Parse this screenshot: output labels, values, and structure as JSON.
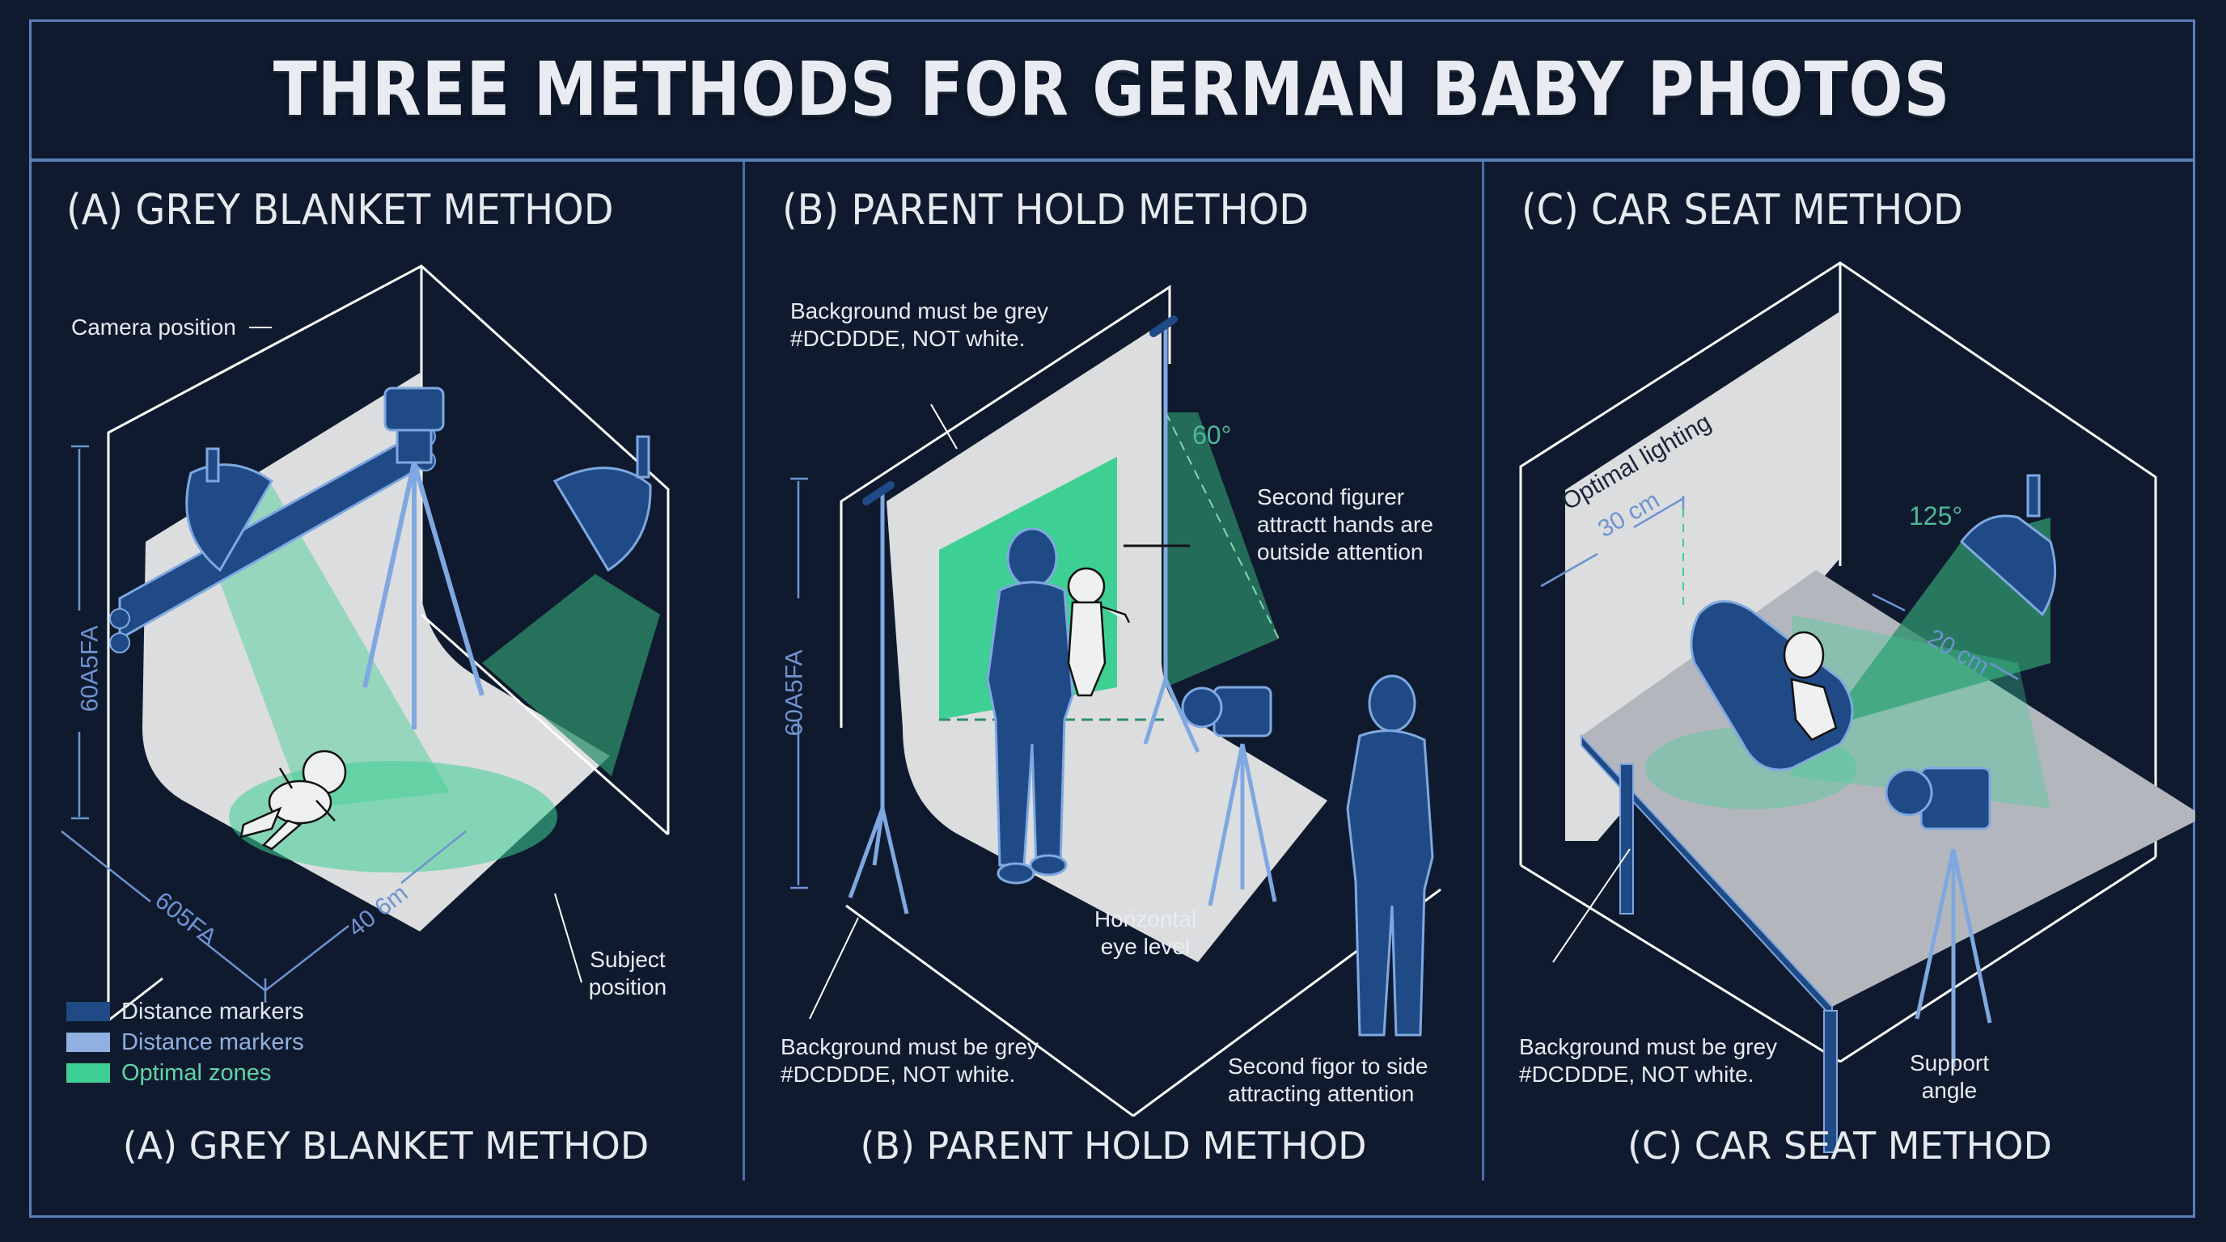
{
  "title": "THREE METHODS FOR GERMAN BABY PHOTOS",
  "colors": {
    "background": "#0f1a2e",
    "frame": "#5b7fb8",
    "equipment_blue": "#1f4a85",
    "equipment_outline": "#7fa8e0",
    "backdrop_grey": "#dcddde",
    "optimal_green": "#3ecf94",
    "dimension_blue": "#6f93d0",
    "angle_green": "#4fb895"
  },
  "panels": [
    {
      "id": "A",
      "title": "(A) GREY BLANKET METHOD",
      "caption": "(A) GREY BLANKET METHOD",
      "labels": {
        "camera_position": "Camera position",
        "subject_position": "Subject position",
        "height_dim": "60A5FA",
        "width_dim": "605FA",
        "depth_dim": "40 6m"
      },
      "legend": [
        {
          "label": "Distance markers",
          "color": "#1f4a85",
          "text_color": "#dfe6f0"
        },
        {
          "label": "Distance markers",
          "color": "#8fb0e0",
          "text_color": "#8fb0e0"
        },
        {
          "label": "Optimal zones",
          "color": "#3ecf94",
          "text_color": "#5fd4a6"
        }
      ]
    },
    {
      "id": "B",
      "title": "(B) PARENT HOLD METHOD",
      "caption": "(B) PARENT HOLD METHOD",
      "labels": {
        "background_top": "Background must be grey #DCDDDE, NOT white.",
        "background_bottom": "Background must be grey #DCDDDE, NOT white.",
        "second_figure_hands": "Second figurer attractt hands are outside attention",
        "eye_level": "Horizontal eye level",
        "second_figure_side": "Second figor to side attracting attention",
        "height_dim": "60A5FA",
        "angle": "60°"
      }
    },
    {
      "id": "C",
      "title": "(C) CAR SEAT METHOD",
      "caption": "(C) CAR SEAT METHOD",
      "labels": {
        "optimal_lighting": "Optimal lighting",
        "lighting_dist": "30 cm",
        "angle": "125°",
        "camera_dist": "20 cm",
        "background_bottom": "Background must be grey #DCDDDE, NOT white.",
        "support_angle": "Support angle"
      }
    }
  ]
}
